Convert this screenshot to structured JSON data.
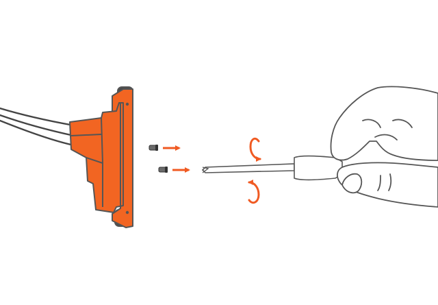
{
  "illustration": {
    "background": "#ffffff",
    "colors": {
      "accent": "#f05a22",
      "part": "#f26522",
      "outline": "#555555",
      "dark": "#333333",
      "screw": "#6b6b6b"
    },
    "figures": {
      "bracket": {
        "icon": "connector-bracket-icon"
      },
      "cables": {
        "icon": "cable-bundle-icon",
        "count": 3
      },
      "screws": {
        "icon": "screw-icon",
        "count": 2
      },
      "direction_arrows": {
        "icon": "arrow-right-icon",
        "count": 2
      },
      "rotation_indicator": {
        "icon": "rotate-arrows-icon"
      },
      "screwdriver": {
        "icon": "screwdriver-icon"
      },
      "hand": {
        "icon": "hand-icon"
      }
    }
  }
}
